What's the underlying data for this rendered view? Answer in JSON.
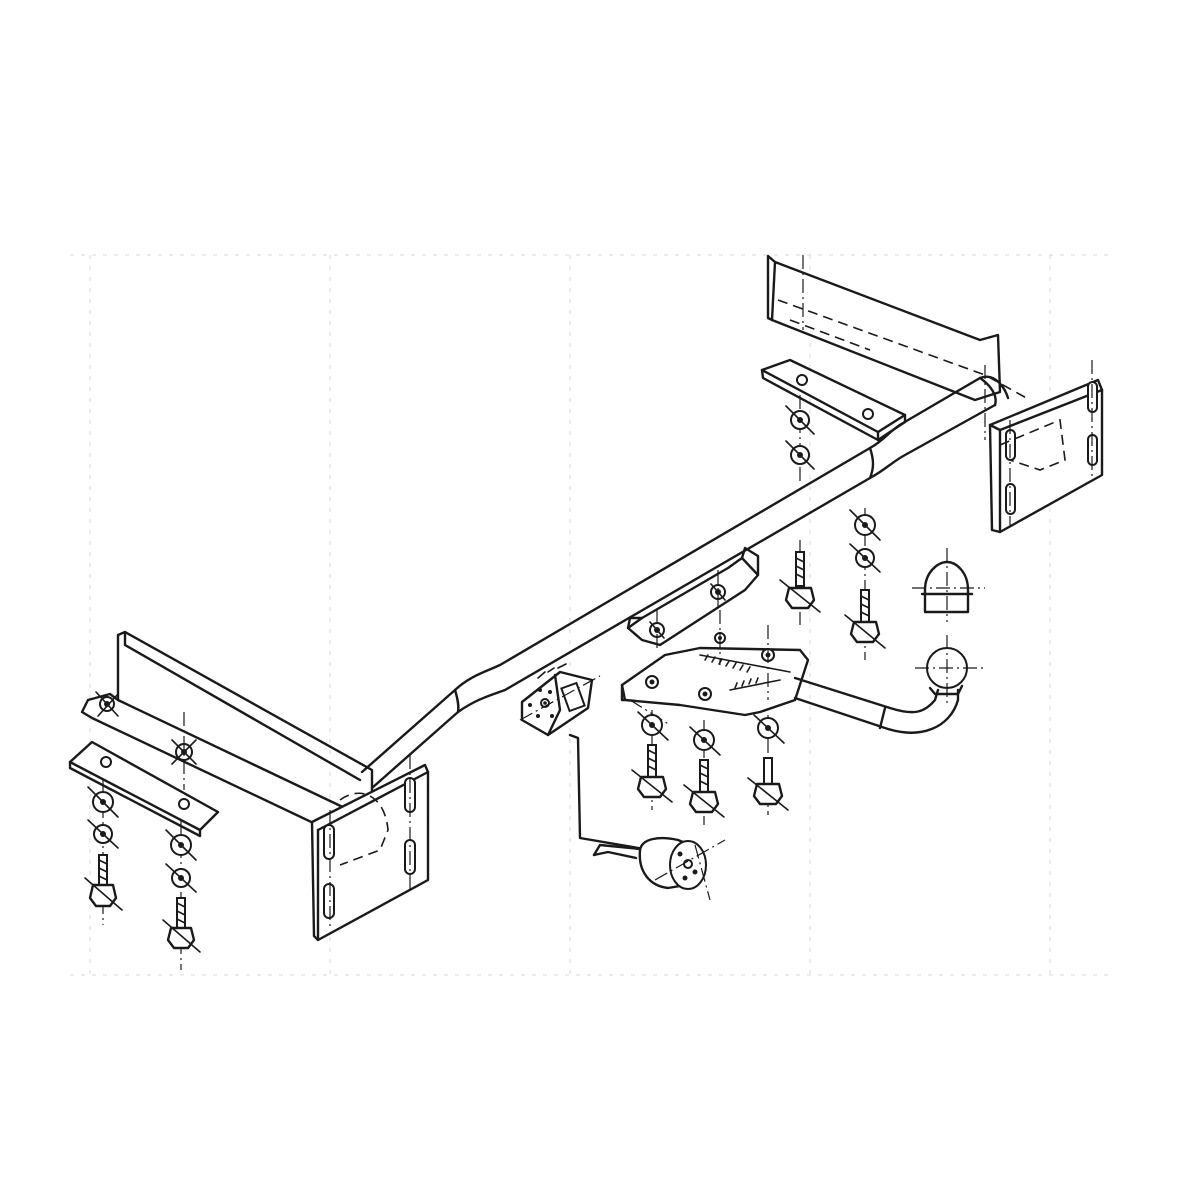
{
  "diagram": {
    "kind": "exploded-assembly",
    "subject": "tow bar",
    "parts": [
      {
        "id": "crossbar-tube",
        "icon": "tube-icon"
      },
      {
        "id": "left-side-plate",
        "icon": "plate-icon"
      },
      {
        "id": "right-side-plate",
        "icon": "plate-icon"
      },
      {
        "id": "left-mounting-bracket",
        "icon": "bracket-icon"
      },
      {
        "id": "right-mounting-bracket",
        "icon": "bracket-icon"
      },
      {
        "id": "center-bracket",
        "icon": "bracket-icon"
      },
      {
        "id": "ball-mount-plate",
        "icon": "plate-icon"
      },
      {
        "id": "tow-ball-neck",
        "icon": "hook-icon"
      },
      {
        "id": "tow-ball-cap",
        "icon": "cap-icon"
      },
      {
        "id": "electrical-socket",
        "icon": "socket-icon"
      },
      {
        "id": "electrical-plug",
        "icon": "plug-icon"
      },
      {
        "id": "bolts-washers-nuts",
        "icon": "bolt-icon"
      }
    ]
  },
  "colors": {
    "line": "#1a1a1a",
    "background": "#ffffff"
  }
}
